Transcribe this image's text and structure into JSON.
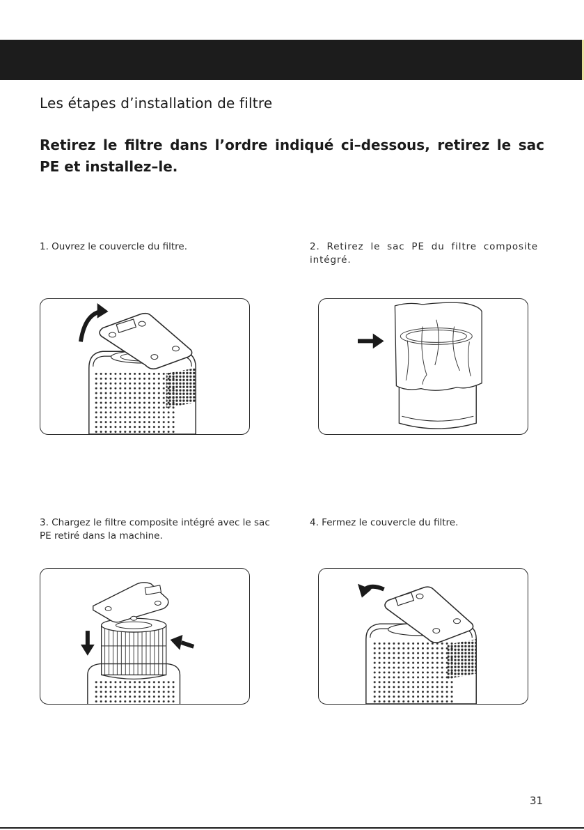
{
  "title": "Les étapes d’installation de filtre",
  "subtitle": "Retirez le filtre dans l’ordre indiqué ci–dessous, retirez le sac PE et installez–le.",
  "steps": [
    {
      "text": "1. Ouvrez le couvercle du filtre."
    },
    {
      "text": "2. Retirez le sac PE du filtre composite intégré."
    },
    {
      "text": "3. Chargez le filtre composite intégré avec le sac PE retiré dans la machine."
    },
    {
      "text": "4. Fermez le couvercle du filtre."
    }
  ],
  "page_number": "31",
  "colors": {
    "header": "#1c1c1c",
    "line": "#2a2a2a",
    "accent": "#e8e0a0"
  }
}
